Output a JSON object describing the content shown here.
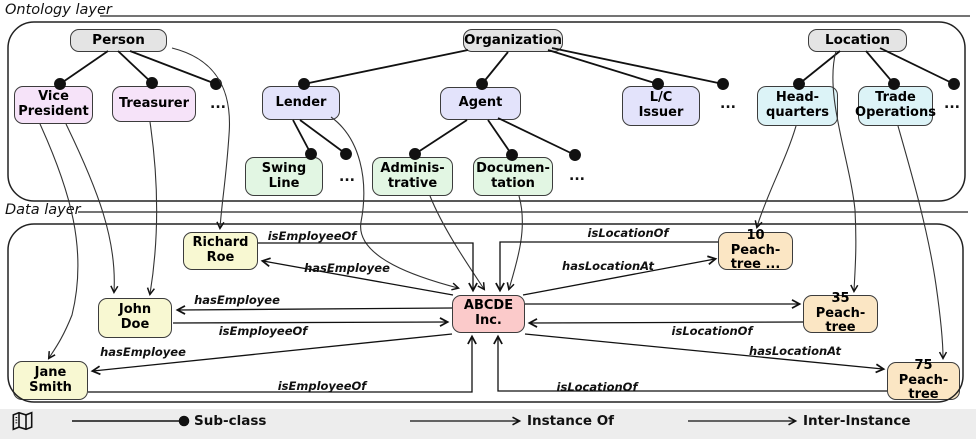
{
  "layers": {
    "ontology_label": "Ontology layer",
    "data_label": "Data layer"
  },
  "ellipsis": "...",
  "nodes": {
    "person": {
      "label": "Person"
    },
    "organization": {
      "label": "Organization"
    },
    "location": {
      "label": "Location"
    },
    "vice_president": {
      "label": "Vice\nPresident"
    },
    "treasurer": {
      "label": "Treasurer"
    },
    "lender": {
      "label": "Lender"
    },
    "agent": {
      "label": "Agent"
    },
    "lc_issuer": {
      "label": "L/C\nIssuer"
    },
    "headquarters": {
      "label": "Head-\nquarters"
    },
    "trade_operations": {
      "label": "Trade\nOperations"
    },
    "swing_line": {
      "label": "Swing\nLine"
    },
    "administrative": {
      "label": "Adminis-\ntrative"
    },
    "documentation": {
      "label": "Documen-\ntation"
    },
    "richard_roe": {
      "label": "Richard\nRoe"
    },
    "john_doe": {
      "label": "John\nDoe"
    },
    "jane_smith": {
      "label": "Jane\nSmith"
    },
    "abcde_inc": {
      "label": "ABCDE\nInc."
    },
    "peachtree_10": {
      "label": "10 Peach-\ntree ..."
    },
    "peachtree_35": {
      "label": "35 Peach-\ntree"
    },
    "peachtree_75": {
      "label": "75 Peach-\ntree"
    }
  },
  "sub_class_edges": [
    {
      "from": "Person",
      "to": "Vice President"
    },
    {
      "from": "Person",
      "to": "Treasurer"
    },
    {
      "from": "Person",
      "to": "..."
    },
    {
      "from": "Organization",
      "to": "Lender"
    },
    {
      "from": "Organization",
      "to": "Agent"
    },
    {
      "from": "Organization",
      "to": "L/C Issuer"
    },
    {
      "from": "Organization",
      "to": "..."
    },
    {
      "from": "Location",
      "to": "Head-quarters"
    },
    {
      "from": "Location",
      "to": "Trade Operations"
    },
    {
      "from": "Location",
      "to": "..."
    },
    {
      "from": "Lender",
      "to": "Swing Line"
    },
    {
      "from": "Lender",
      "to": "..."
    },
    {
      "from": "Agent",
      "to": "Administrative"
    },
    {
      "from": "Agent",
      "to": "Documentation"
    },
    {
      "from": "Agent",
      "to": "..."
    }
  ],
  "instance_of_edges": [
    {
      "from": "Vice President",
      "to": "Jane Smith"
    },
    {
      "from": "Vice President",
      "to": "John Doe"
    },
    {
      "from": "Treasurer",
      "to": "John Doe"
    },
    {
      "from": "Person",
      "to": "Richard Roe"
    },
    {
      "from": "Lender",
      "to": "ABCDE Inc."
    },
    {
      "from": "Administrative",
      "to": "ABCDE Inc."
    },
    {
      "from": "Documentation",
      "to": "ABCDE Inc."
    },
    {
      "from": "Head-quarters",
      "to": "10 Peach-tree ..."
    },
    {
      "from": "Location",
      "to": "35 Peach-tree"
    },
    {
      "from": "Trade Operations",
      "to": "75 Peach-tree"
    }
  ],
  "inter_instance_edges": [
    {
      "from": "Richard Roe",
      "to": "ABCDE Inc.",
      "label": "isEmployeeOf"
    },
    {
      "from": "ABCDE Inc.",
      "to": "Richard Roe",
      "label": "hasEmployee"
    },
    {
      "from": "ABCDE Inc.",
      "to": "John Doe",
      "label": "hasEmployee"
    },
    {
      "from": "John Doe",
      "to": "ABCDE Inc.",
      "label": "isEmployeeOf"
    },
    {
      "from": "ABCDE Inc.",
      "to": "Jane Smith",
      "label": "hasEmployee"
    },
    {
      "from": "Jane Smith",
      "to": "ABCDE Inc.",
      "label": "isEmployeeOf"
    },
    {
      "from": "10 Peach-tree ...",
      "to": "ABCDE Inc.",
      "label": "isLocationOf"
    },
    {
      "from": "ABCDE Inc.",
      "to": "10 Peach-tree ...",
      "label": "hasLocationAt"
    },
    {
      "from": "ABCDE Inc.",
      "to": "35 Peach-tree",
      "label": ""
    },
    {
      "from": "35 Peach-tree",
      "to": "ABCDE Inc.",
      "label": "isLocationOf"
    },
    {
      "from": "ABCDE Inc.",
      "to": "75 Peach-tree",
      "label": "hasLocationAt"
    },
    {
      "from": "75 Peach-tree",
      "to": "ABCDE Inc.",
      "label": "isLocationOf"
    }
  ],
  "legend": {
    "items": [
      {
        "label": "Sub-class",
        "type": "sub-class"
      },
      {
        "label": "Instance Of",
        "type": "instance-of"
      },
      {
        "label": "Inter-Instance",
        "type": "inter-instance"
      }
    ]
  },
  "colors": {
    "class_fill": "#e4e4e4",
    "person_subclass_fill": "#f6e3f9",
    "org_subclass_fill": "#e3e3fb",
    "org_subsubclass_fill": "#e2f6e3",
    "location_subclass_fill": "#dcf3f7",
    "person_instance_fill": "#f8f8d2",
    "org_instance_fill": "#fbcaca",
    "location_instance_fill": "#fbe6c4",
    "line": "#111111",
    "legend_bar": "#ededed"
  }
}
